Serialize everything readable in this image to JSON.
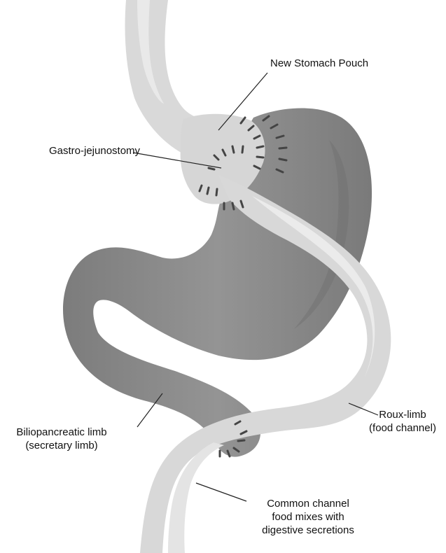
{
  "labels": {
    "new_stomach_pouch": "New Stomach Pouch",
    "gastro_jejunostomy": "Gastro-jejunostomy",
    "roux_limb": "Roux-limb",
    "roux_limb_sub": "(food channel)",
    "biliopancreatic_limb": "Biliopancreatic limb",
    "biliopancreatic_limb_sub": "(secretary limb)",
    "common_channel": "Common channel",
    "common_channel_line2": "food mixes with",
    "common_channel_line3": "digestive secretions"
  },
  "colors": {
    "intestine_light": "#d8d8d8",
    "intestine_highlight": "#e8e8e8",
    "stomach_dark": "#8c8c8c",
    "stomach_shadow": "#707070",
    "staple": "#444444",
    "leader_line": "#222222"
  }
}
